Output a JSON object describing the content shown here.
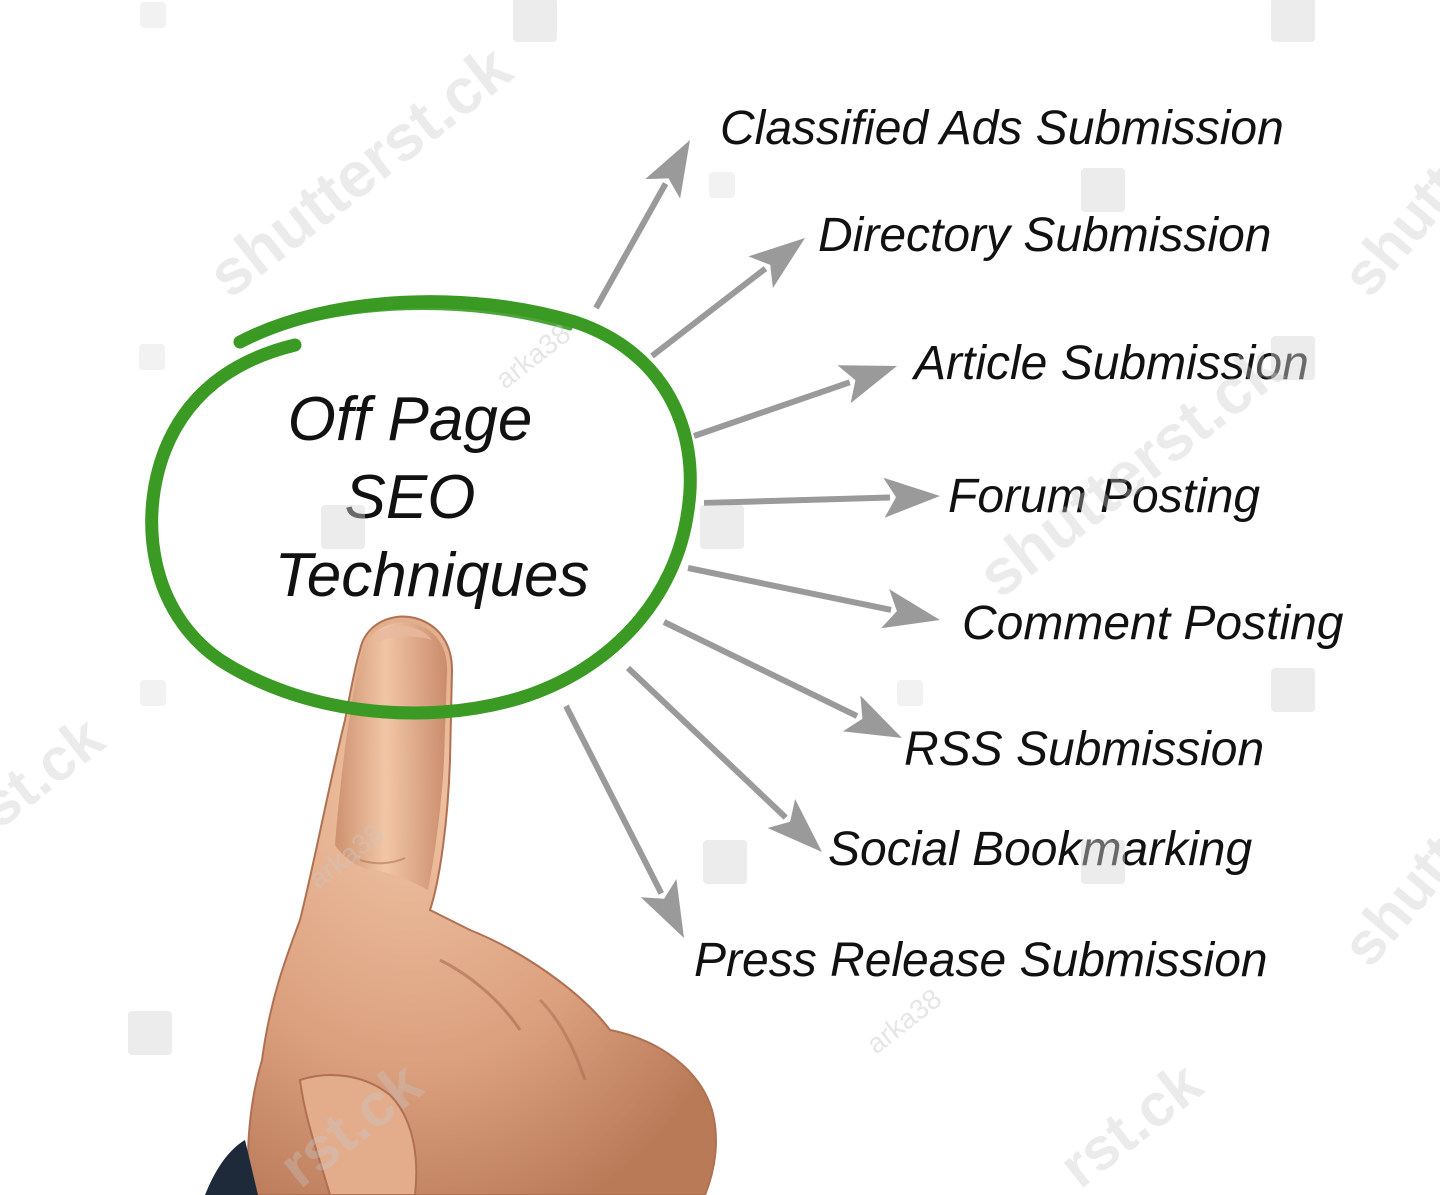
{
  "diagram": {
    "center": {
      "lines": [
        "Off Page",
        "SEO",
        "Techniques"
      ],
      "ring_color": "#3a9a23"
    },
    "arrow_color": "#9a9a9a",
    "branches": [
      "Classified Ads Submission",
      "Directory Submission",
      "Article Submission",
      "Forum Posting",
      "Comment Posting",
      "RSS Submission",
      "Social Bookmarking",
      "Press Release Submission"
    ]
  },
  "photo": {
    "subject": "hand-pointing-finger",
    "skin_color": "#d9a07c"
  },
  "watermark": {
    "brand": "shutterstock",
    "brand_fragments": [
      "shutterst.ck",
      "st.ck",
      "rst.ck",
      "shutters"
    ],
    "contributor": "arka38",
    "icon": "shutterstock-logo-icon"
  }
}
